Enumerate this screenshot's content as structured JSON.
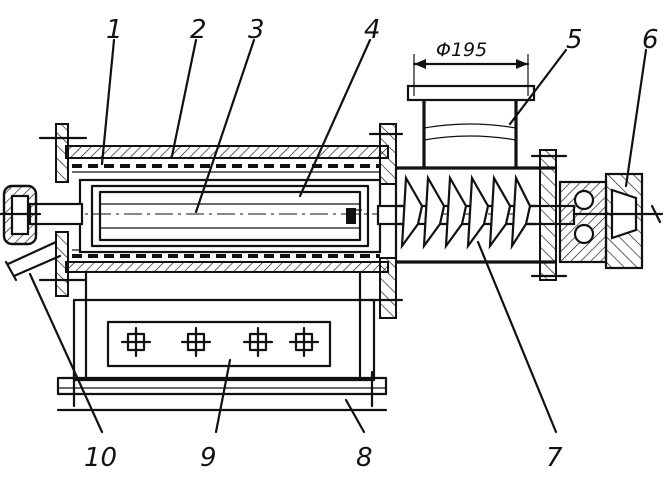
{
  "diagram": {
    "dimension_text": "Φ195",
    "callouts": [
      {
        "id": "1",
        "text": "1"
      },
      {
        "id": "2",
        "text": "2"
      },
      {
        "id": "3",
        "text": "3"
      },
      {
        "id": "4",
        "text": "4"
      },
      {
        "id": "5",
        "text": "5"
      },
      {
        "id": "6",
        "text": "6"
      },
      {
        "id": "7",
        "text": "7"
      },
      {
        "id": "8",
        "text": "8"
      },
      {
        "id": "9",
        "text": "9"
      },
      {
        "id": "10",
        "text": "10"
      }
    ]
  }
}
